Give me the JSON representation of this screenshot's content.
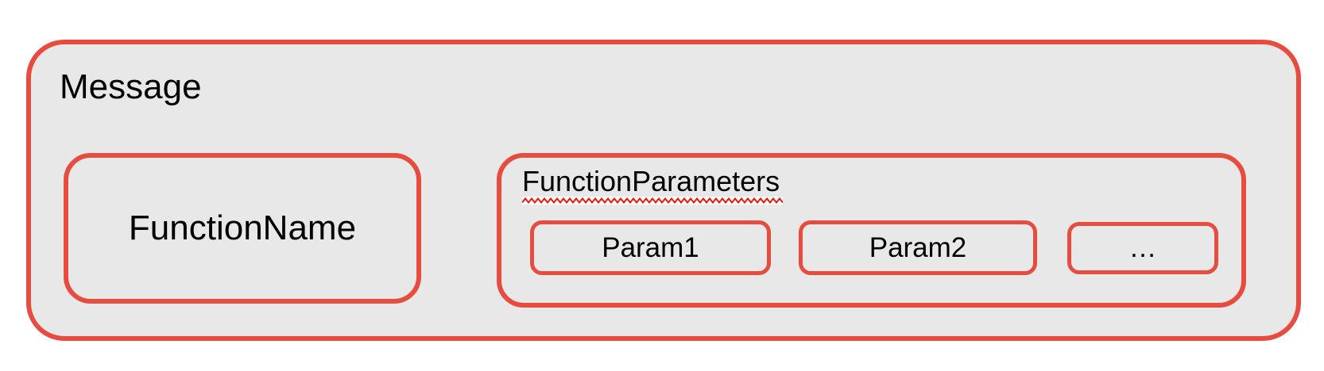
{
  "message": {
    "label": "Message",
    "function_name": {
      "label": "FunctionName"
    },
    "function_parameters": {
      "label": "FunctionParameters",
      "has_spellcheck_underline": true,
      "params": [
        {
          "label": "Param1"
        },
        {
          "label": "Param2"
        },
        {
          "label": "…"
        }
      ]
    }
  },
  "colors": {
    "border_red": "#e64c3f",
    "container_fill": "#e8e8e8",
    "spellcheck_underline_red": "#e01b10",
    "text": "#000000",
    "page_background": "#ffffff"
  }
}
